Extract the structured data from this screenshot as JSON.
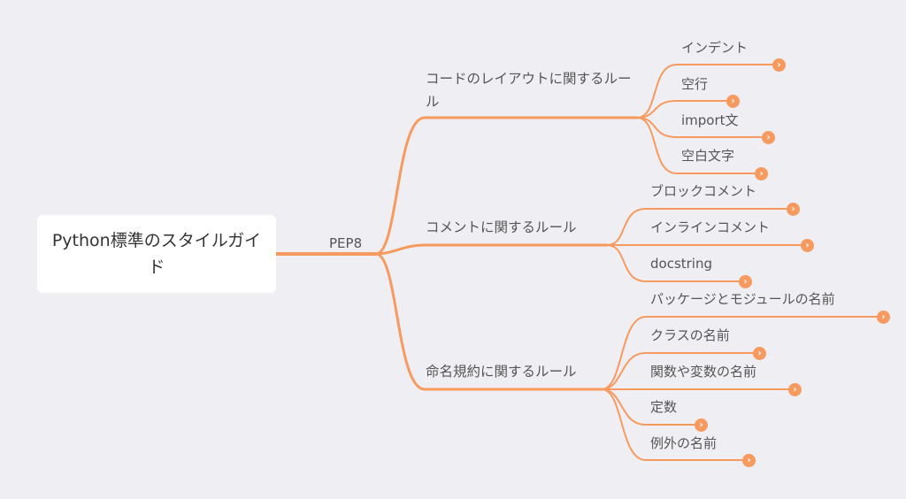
{
  "root": {
    "title": "Python標準のスタイルガイド"
  },
  "edge_color": "#f79a5f",
  "expand_icon": "chevron-right-icon",
  "pep": {
    "label": "PEP8",
    "groups": [
      {
        "label": "コードのレイアウトに関するルール",
        "children": [
          {
            "label": "インデント"
          },
          {
            "label": "空行"
          },
          {
            "label": "import文"
          },
          {
            "label": "空白文字"
          }
        ]
      },
      {
        "label": "コメントに関するルール",
        "children": [
          {
            "label": "ブロックコメント"
          },
          {
            "label": "インラインコメント"
          },
          {
            "label": "docstring"
          }
        ]
      },
      {
        "label": "命名規約に関するルール",
        "children": [
          {
            "label": "パッケージとモジュールの名前"
          },
          {
            "label": "クラスの名前"
          },
          {
            "label": "関数や変数の名前"
          },
          {
            "label": "定数"
          },
          {
            "label": "例外の名前"
          }
        ]
      }
    ]
  }
}
